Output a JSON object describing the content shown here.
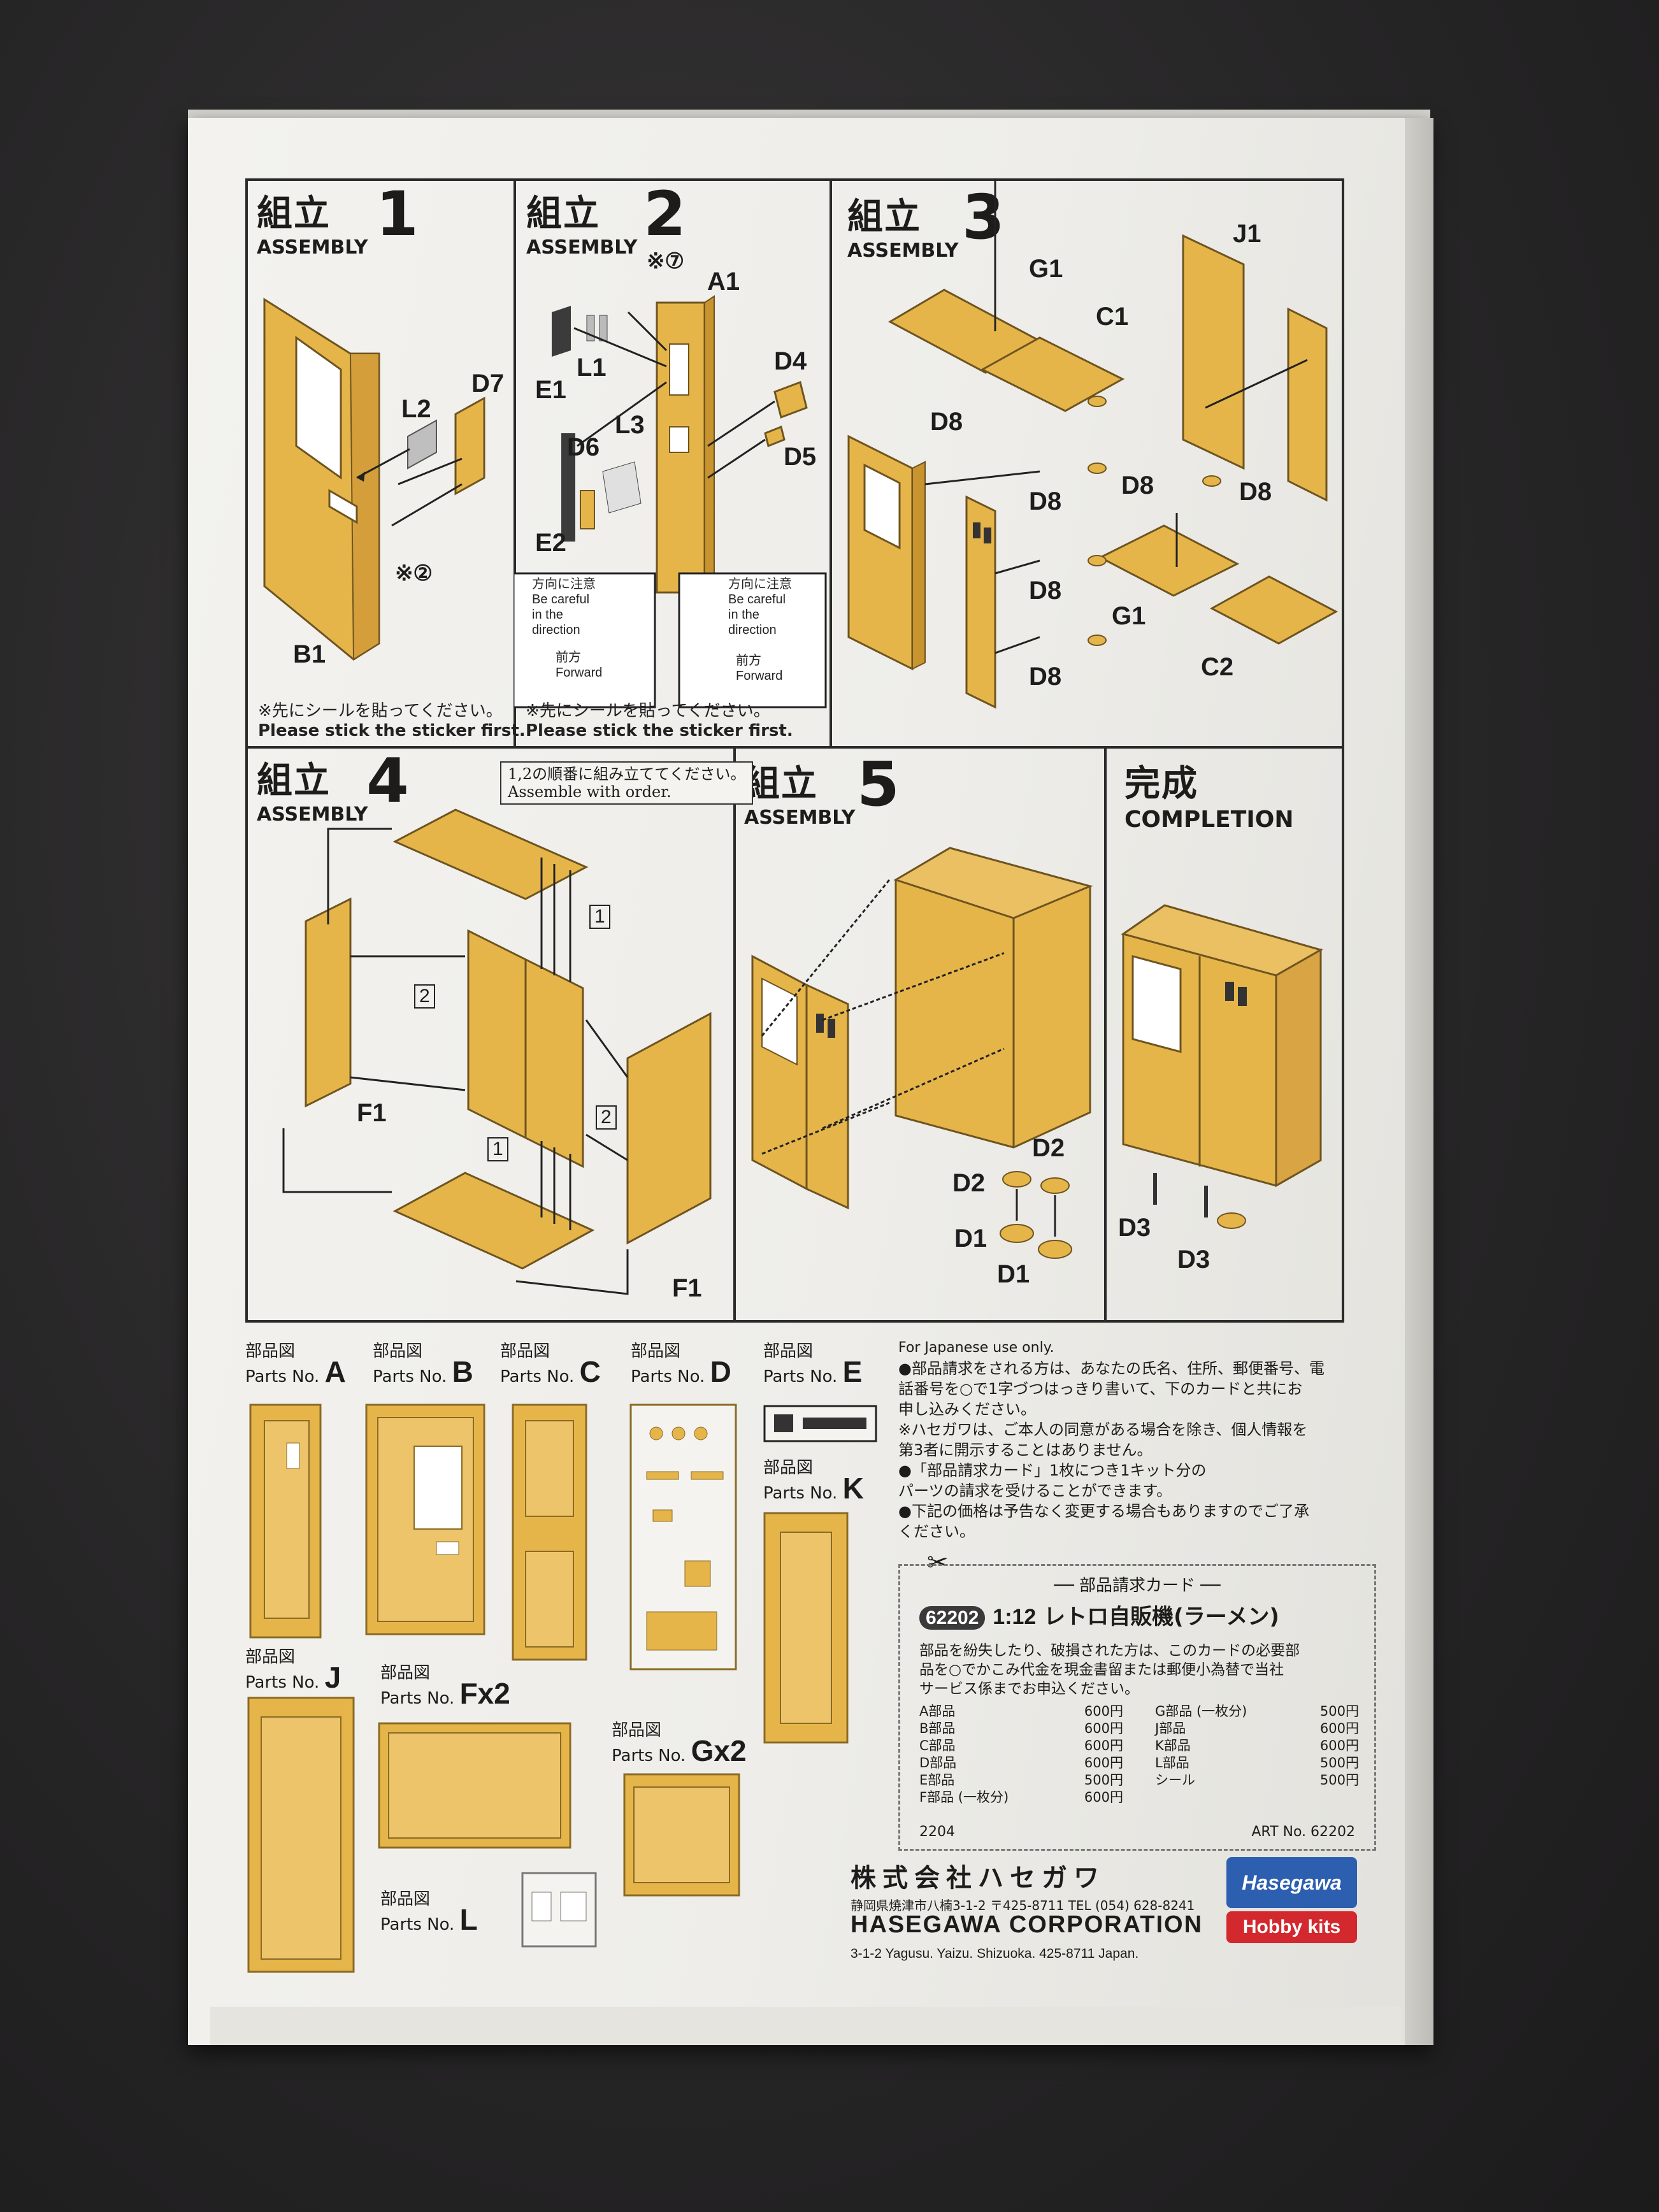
{
  "assembly": [
    {
      "jp": "組立",
      "en": "ASSEMBLY",
      "num": "1"
    },
    {
      "jp": "組立",
      "en": "ASSEMBLY",
      "num": "2"
    },
    {
      "jp": "組立",
      "en": "ASSEMBLY",
      "num": "3"
    },
    {
      "jp": "組立",
      "en": "ASSEMBLY",
      "num": "4"
    },
    {
      "jp": "組立",
      "en": "ASSEMBLY",
      "num": "5"
    }
  ],
  "completion": {
    "jp": "完成",
    "en": "COMPLETION"
  },
  "step1_labels": {
    "l2": "L2",
    "d7": "D7",
    "b1": "B1",
    "sticker_ref": "※②"
  },
  "step2_labels": {
    "sticker_ref": "※⑦",
    "a1": "A1",
    "e1": "E1",
    "l1": "L1",
    "d4": "D4",
    "d6": "D6",
    "l3": "L3",
    "d5": "D5",
    "e2": "E2"
  },
  "direction_note": {
    "jp": "方向に注意",
    "en1": "Be careful",
    "en2": "in the",
    "en3": "direction",
    "fwd_jp": "前方",
    "fwd_en": "Forward"
  },
  "sticker_note": {
    "jp": "※先にシールを貼ってください。",
    "en": "Please stick the sticker first."
  },
  "step3_labels": {
    "g1": "G1",
    "c1": "C1",
    "j1": "J1",
    "d8": "D8",
    "c2": "C2"
  },
  "step4_labels": {
    "order_jp": "1,2の順番に組み立ててください。",
    "order_en": "Assemble with order.",
    "f1": "F1",
    "o1": "1",
    "o2": "2"
  },
  "step5_labels": {
    "d1": "D1",
    "d2": "D2",
    "d3": "D3"
  },
  "parts": [
    {
      "jp": "部品図",
      "en": "Parts No.",
      "letter": "A"
    },
    {
      "jp": "部品図",
      "en": "Parts No.",
      "letter": "B"
    },
    {
      "jp": "部品図",
      "en": "Parts No.",
      "letter": "C"
    },
    {
      "jp": "部品図",
      "en": "Parts No.",
      "letter": "D"
    },
    {
      "jp": "部品図",
      "en": "Parts No.",
      "letter": "E"
    },
    {
      "jp": "部品図",
      "en": "Parts No.",
      "letter": "K"
    },
    {
      "jp": "部品図",
      "en": "Parts No.",
      "letter": "J"
    },
    {
      "jp": "部品図",
      "en": "Parts No.",
      "letter": "Fx2"
    },
    {
      "jp": "部品図",
      "en": "Parts No.",
      "letter": "Gx2"
    },
    {
      "jp": "部品図",
      "en": "Parts No.",
      "letter": "L"
    }
  ],
  "info": {
    "line0": "For Japanese use only.",
    "line1": "●部品請求をされる方は、あなたの氏名、住所、郵便番号、電",
    "line2": "話番号を○で1字づつはっきり書いて、下のカードと共にお",
    "line3": "申し込みください。",
    "line4": "※ハセガワは、ご本人の同意がある場合を除き、個人情報を",
    "line5": "第3者に開示することはありません。",
    "line6": "●「部品請求カード」1枚につき1キット分の",
    "line7": "パーツの請求を受けることができます。",
    "line8": "●下記の価格は予告なく変更する場合もありますのでご了承",
    "line9": "ください。"
  },
  "card": {
    "head": "── 部品請求カード ──",
    "code": "62202",
    "scale": "1:12",
    "name": "レトロ自販機(ラーメン)",
    "text1": "部品を紛失したり、破損された方は、このカードの必要部",
    "text2": "品を○でかこみ代金を現金書留または郵便小為替で当社",
    "text3": "サービス係までお申込ください。",
    "prices_left": [
      {
        "part": "A部品",
        "price": "600円"
      },
      {
        "part": "B部品",
        "price": "600円"
      },
      {
        "part": "C部品",
        "price": "600円"
      },
      {
        "part": "D部品",
        "price": "600円"
      },
      {
        "part": "E部品",
        "price": "500円"
      },
      {
        "part": "F部品 (一枚分)",
        "price": "600円"
      }
    ],
    "prices_right": [
      {
        "part": "G部品 (一枚分)",
        "price": "500円"
      },
      {
        "part": "J部品",
        "price": "600円"
      },
      {
        "part": "K部品",
        "price": "600円"
      },
      {
        "part": "L部品",
        "price": "500円"
      },
      {
        "part": "シール",
        "price": "500円"
      }
    ],
    "date": "2204",
    "art": "ART No. 62202"
  },
  "corp": {
    "jp_name": "株式会社ハセガワ",
    "jp_addr": "静岡県焼津市八楠3-1-2 〒425-8711 TEL (054) 628-8241",
    "en_name": "HASEGAWA CORPORATION",
    "en_addr": "3-1-2 Yagusu. Yaizu. Shizuoka. 425-8711 Japan."
  },
  "logo": {
    "brand": "Hasegawa",
    "sub": "Hobby kits"
  },
  "colors": {
    "part_fill": "#e6b54a",
    "part_edge": "#8a6a25",
    "box": "#efeeea",
    "background": "#2b2a2c",
    "logo_blue": "#2d5fb0",
    "logo_red": "#d2282e"
  }
}
